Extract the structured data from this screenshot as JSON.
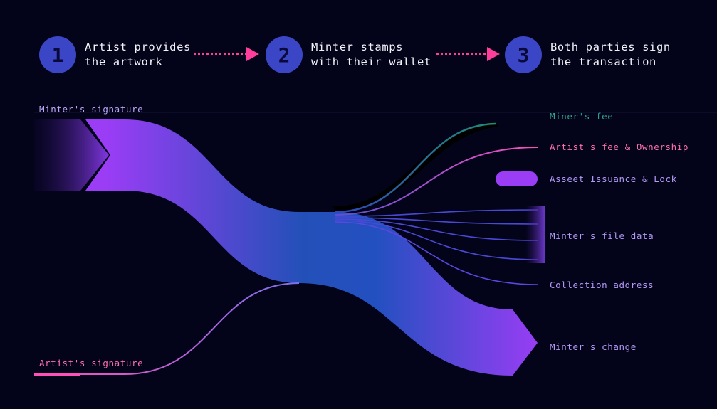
{
  "steps": [
    {
      "number": "1",
      "text": "Artist provides\nthe artwork"
    },
    {
      "number": "2",
      "text": "Minter stamps\nwith their wallet"
    },
    {
      "number": "3",
      "text": "Both parties sign\nthe transaction"
    }
  ],
  "inputs": {
    "minter_signature": "Minter's signature",
    "artist_signature": "Artist's signature"
  },
  "outputs": {
    "miners_fee": "Miner's fee",
    "artists_fee": "Artist's fee & Ownership",
    "asset_issuance": "Asseet Issuance & Lock",
    "minter_file_data": "Minter's file data",
    "collection_address": "Collection address",
    "minters_change": "Minter's change"
  },
  "colors": {
    "background": "#03031a",
    "step_circle": "#3b46c6",
    "arrow": "#ff3d9a",
    "minter_label": "#b9a6f5",
    "artist_label": "#ff6fae",
    "miner_label": "#2fa58a",
    "purple_label": "#b39af5",
    "flow_purple": "#9a3df5",
    "flow_blue": "#2350c0",
    "pink_line": "#ff4fb8",
    "green_line": "#1f8e74"
  },
  "icons": {
    "arrow": "dotted-arrow-right-icon",
    "asset_pill": "pill-icon"
  }
}
